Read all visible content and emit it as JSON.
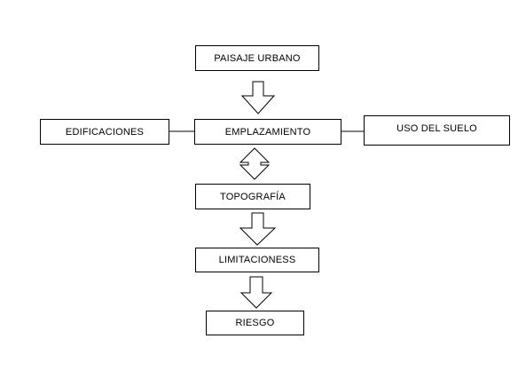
{
  "nodes": {
    "paisaje_urbano": "PAISAJE URBANO",
    "edificaciones": "EDIFICACIONES",
    "emplazamiento": "EMPLAZAMIENTO",
    "uso_del_suelo": "USO DEL SUELO",
    "topografia": "TOPOGRAFÍA",
    "limitaciones": "LIMITACIONESS",
    "riesgo": "RIESGO"
  },
  "colors": {
    "stroke": "#000000",
    "fill": "#ffffff"
  },
  "connectors": [
    {
      "from": "paisaje_urbano",
      "to": "emplazamiento",
      "kind": "block-arrow-down"
    },
    {
      "from": "edificaciones",
      "to": "emplazamiento",
      "kind": "line"
    },
    {
      "from": "emplazamiento",
      "to": "uso_del_suelo",
      "kind": "line"
    },
    {
      "from": "emplazamiento",
      "to": "topografia",
      "kind": "block-arrow-up-down"
    },
    {
      "from": "topografia",
      "to": "limitaciones",
      "kind": "block-arrow-down"
    },
    {
      "from": "limitaciones",
      "to": "riesgo",
      "kind": "block-arrow-down"
    }
  ]
}
